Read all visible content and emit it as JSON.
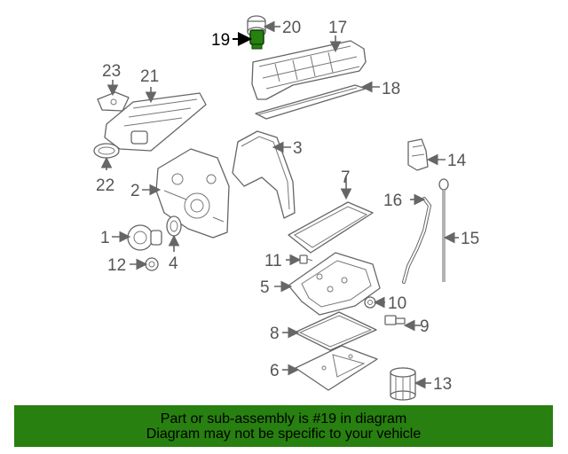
{
  "diagram": {
    "callouts": [
      {
        "id": "1",
        "label": "1"
      },
      {
        "id": "2",
        "label": "2"
      },
      {
        "id": "3",
        "label": "3"
      },
      {
        "id": "4",
        "label": "4"
      },
      {
        "id": "5",
        "label": "5"
      },
      {
        "id": "6",
        "label": "6"
      },
      {
        "id": "7",
        "label": "7"
      },
      {
        "id": "8",
        "label": "8"
      },
      {
        "id": "9",
        "label": "9"
      },
      {
        "id": "10",
        "label": "10"
      },
      {
        "id": "11",
        "label": "11"
      },
      {
        "id": "12",
        "label": "12"
      },
      {
        "id": "13",
        "label": "13"
      },
      {
        "id": "14",
        "label": "14"
      },
      {
        "id": "15",
        "label": "15"
      },
      {
        "id": "16",
        "label": "16"
      },
      {
        "id": "17",
        "label": "17"
      },
      {
        "id": "18",
        "label": "18"
      },
      {
        "id": "19",
        "label": "19"
      },
      {
        "id": "20",
        "label": "20"
      },
      {
        "id": "21",
        "label": "21"
      },
      {
        "id": "22",
        "label": "22"
      },
      {
        "id": "23",
        "label": "23"
      }
    ],
    "highlighted_part": "19",
    "highlight_color": "#27800f"
  },
  "footer": {
    "line1": "Part or sub-assembly is #19 in diagram",
    "line2": "Diagram may not be specific to your vehicle",
    "background_color": "#27800f"
  }
}
